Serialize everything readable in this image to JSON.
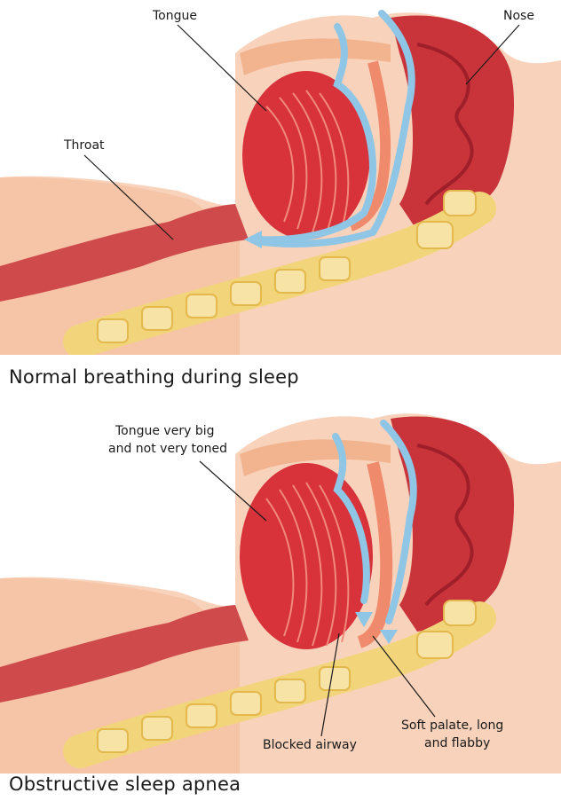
{
  "panels": [
    {
      "caption": "Normal breathing during sleep",
      "labels": {
        "tongue": "Tongue",
        "nose": "Nose",
        "throat": "Throat"
      }
    },
    {
      "caption": "Obstructive sleep apnea",
      "labels": {
        "tongue_line1": "Tongue very big",
        "tongue_line2": "and not very toned",
        "blocked": "Blocked airway",
        "palate_line1": "Soft palate, long",
        "palate_line2": "and flabby"
      }
    }
  ],
  "colors": {
    "skin": "#f6c4a6",
    "skin_dark": "#ef9f82",
    "tissue": "#f08a6c",
    "muscle": "#d8323a",
    "muscle_dark": "#b3202b",
    "bone": "#f2d57a",
    "bone_dark": "#e3b84c",
    "airflow": "#8fc6e6"
  }
}
